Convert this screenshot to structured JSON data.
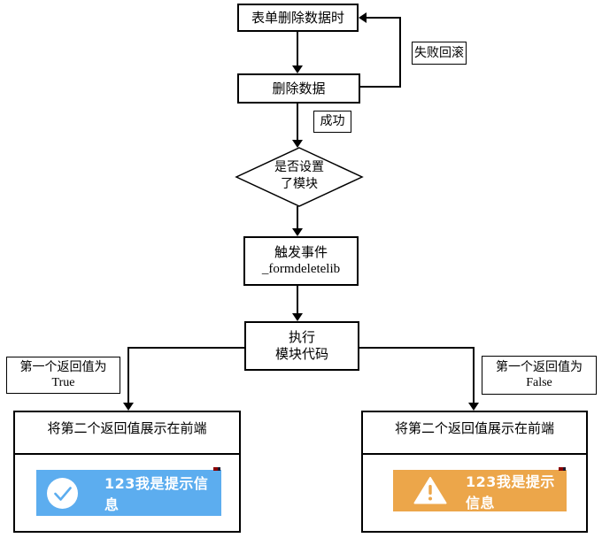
{
  "diagram": {
    "start_box": "表单删除数据时",
    "delete_box": "删除数据",
    "fail_rollback_label": "失败回滚",
    "success_label": "成功",
    "decision": {
      "line1": "是否设置",
      "line2": "了模块"
    },
    "trigger_box": {
      "line1": "触发事件",
      "line2": "_formdeletelib"
    },
    "execute_box": {
      "line1": "执行",
      "line2": "模块代码"
    },
    "true_branch": {
      "line1": "第一个返回值为",
      "line2": "True"
    },
    "false_branch": {
      "line1": "第一个返回值为",
      "line2": "False"
    },
    "left_result": {
      "title": "将第二个返回值展示在前端"
    },
    "right_result": {
      "title": "将第二个返回值展示在前端"
    },
    "toast_success": {
      "message": "123我是提示信息",
      "bg_color": "#5CADEF",
      "icon": "check-circle"
    },
    "toast_warning": {
      "message": "123我是提示信息",
      "bg_color": "#ECA64A",
      "icon": "warning-triangle"
    },
    "line_color": "#000000"
  }
}
